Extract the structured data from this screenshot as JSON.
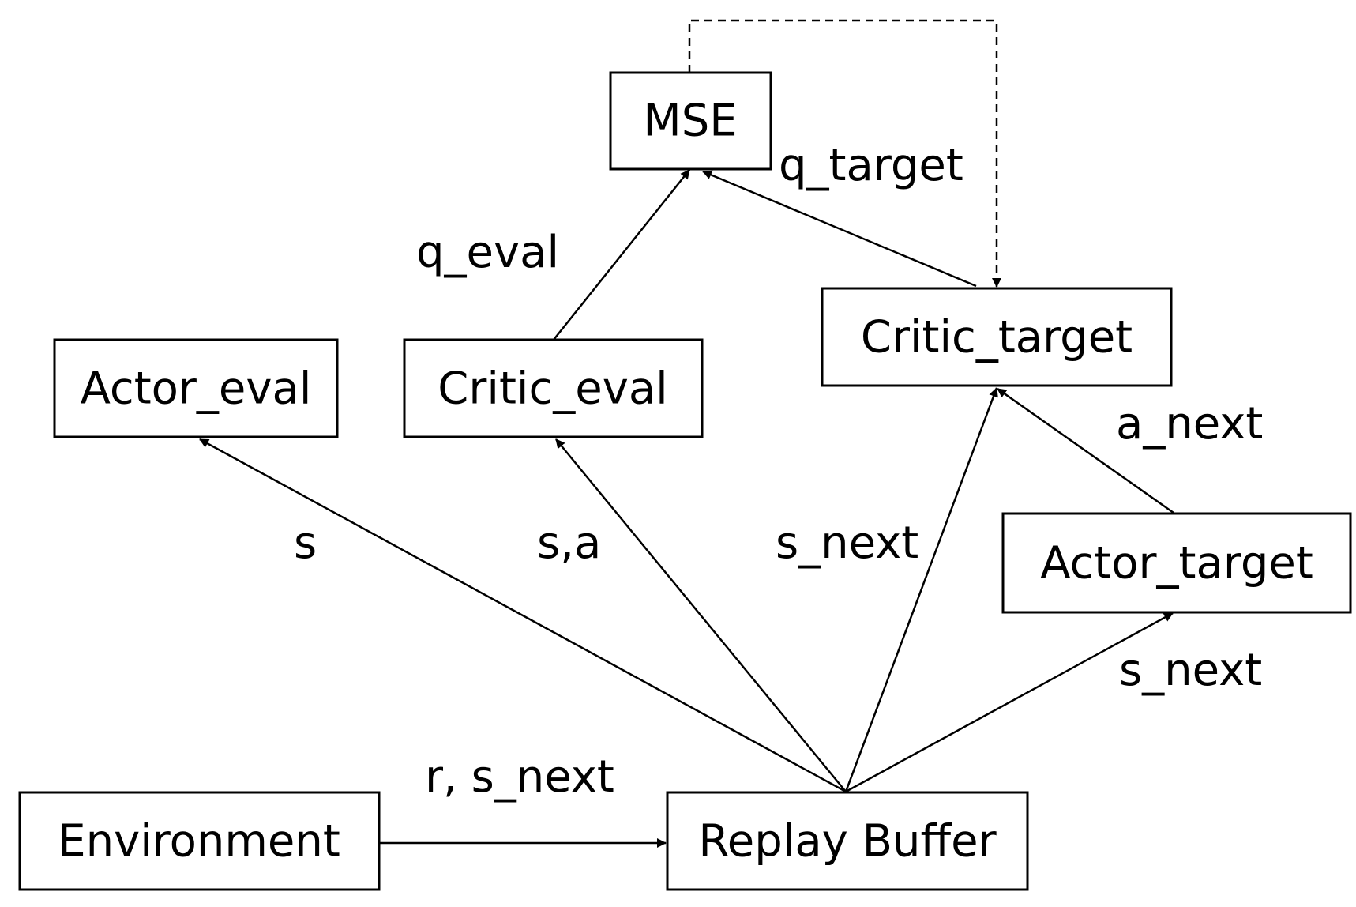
{
  "diagram": {
    "nodes": {
      "mse": {
        "label": "MSE"
      },
      "actor_eval": {
        "label": "Actor_eval"
      },
      "critic_eval": {
        "label": "Critic_eval"
      },
      "critic_target": {
        "label": "Critic_target"
      },
      "actor_target": {
        "label": "Actor_target"
      },
      "environment": {
        "label": "Environment"
      },
      "replay_buffer": {
        "label": "Replay Buffer"
      }
    },
    "edges": {
      "q_target": {
        "label": "q_target",
        "from": "critic_target",
        "to": "mse"
      },
      "q_eval": {
        "label": "q_eval",
        "from": "critic_eval",
        "to": "mse"
      },
      "s": {
        "label": "s",
        "from": "replay_buffer",
        "to": "actor_eval"
      },
      "s_a": {
        "label": "s,a",
        "from": "replay_buffer",
        "to": "critic_eval"
      },
      "s_next_critic": {
        "label": "s_next",
        "from": "replay_buffer",
        "to": "critic_target"
      },
      "s_next_actor": {
        "label": "s_next",
        "from": "replay_buffer",
        "to": "actor_target"
      },
      "a_next": {
        "label": "a_next",
        "from": "actor_target",
        "to": "critic_target"
      },
      "r_s_next": {
        "label": "r, s_next",
        "from": "environment",
        "to": "replay_buffer"
      },
      "update": {
        "label": "",
        "from": "mse",
        "to": "critic_target",
        "style": "dashed"
      }
    }
  }
}
